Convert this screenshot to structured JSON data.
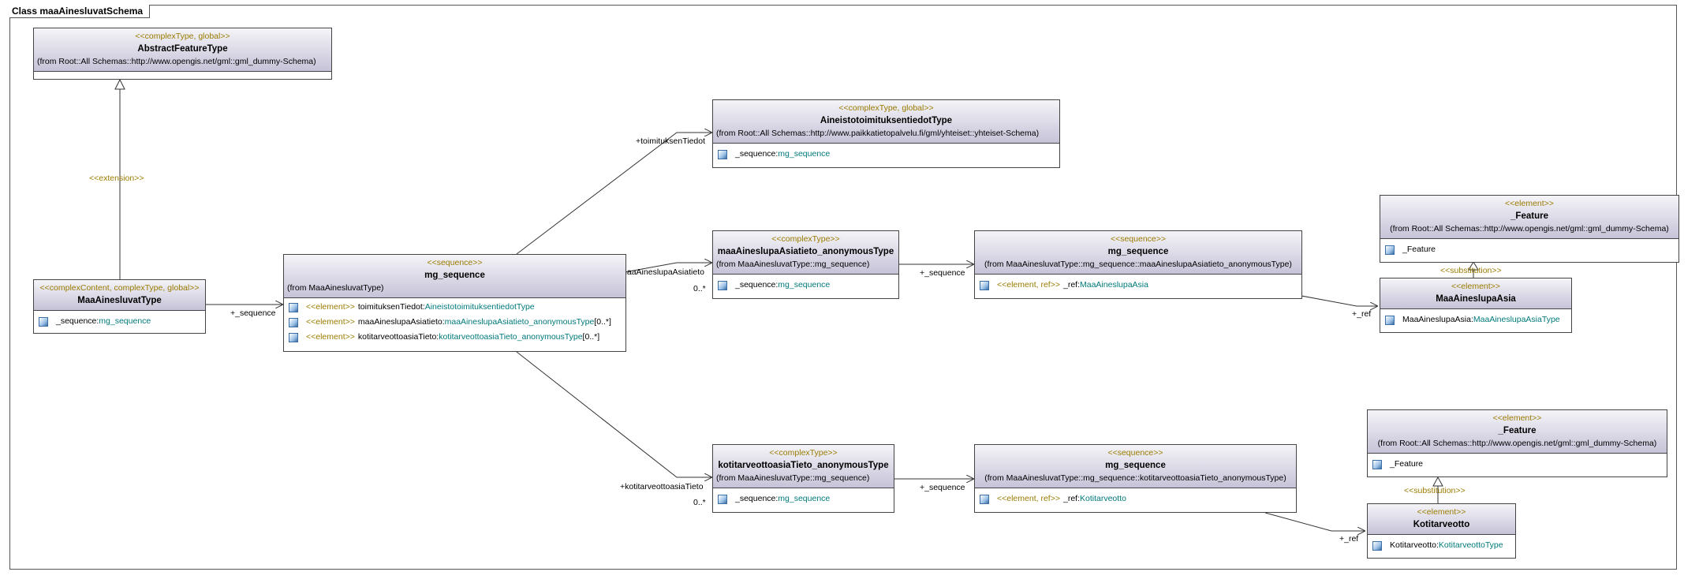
{
  "diagram": {
    "title": "Class maaAinesluvatSchema",
    "connector_labels": {
      "extension": "<<extension>>",
      "seq1": "+_sequence",
      "toimitus": "+toimituksenTiedot",
      "maa_role": "+maaAineslupaAsiatieto",
      "maa_mult": "0..*",
      "koti_role": "+kotitarveottoasiaTieto",
      "koti_mult": "0..*",
      "seq2": "+_sequence",
      "seq3": "+_sequence",
      "ref1": "+_ref",
      "ref2": "+_ref",
      "subst1": "<<substitution>>",
      "subst2": "<<substitution>>"
    },
    "classes": {
      "abstractFeature": {
        "stereo": "<<complexType, global>>",
        "name": "AbstractFeatureType",
        "from": "(from Root::All Schemas::http://www.opengis.net/gml::gml_dummy-Schema)"
      },
      "maaAinesluvat": {
        "stereo": "<<complexContent, complexType, global>>",
        "name": "MaaAinesluvatType",
        "attrs": [
          {
            "text": "_sequence:",
            "type": "mg_sequence"
          }
        ]
      },
      "mgSeqMain": {
        "stereo": "<<sequence>>",
        "name": "mg_sequence",
        "from": "(from MaaAinesluvatType)",
        "attrs": [
          {
            "st": "<<element>>",
            "text": "toimituksenTiedot:",
            "type": "AineistotoimituksentiedotType",
            "mult": ""
          },
          {
            "st": "<<element>>",
            "text": "maaAineslupaAsiatieto:",
            "type": "maaAineslupaAsiatieto_anonymousType",
            "mult": "[0..*]"
          },
          {
            "st": "<<element>>",
            "text": "kotitarveottoasiaTieto:",
            "type": "kotitarveottoasiaTieto_anonymousType",
            "mult": "[0..*]"
          }
        ]
      },
      "aineisto": {
        "stereo": "<<complexType, global>>",
        "name": "AineistotoimituksentiedotType",
        "from": "(from Root::All Schemas::http://www.paikkatietopalvelu.fi/gml/yhteiset::yhteiset-Schema)",
        "attrs": [
          {
            "text": "_sequence:",
            "type": "mg_sequence"
          }
        ]
      },
      "maaAnon": {
        "stereo": "<<complexType>>",
        "name": "maaAineslupaAsiatieto_anonymousType",
        "from": "(from MaaAinesluvatType::mg_sequence)",
        "attrs": [
          {
            "text": "_sequence:",
            "type": "mg_sequence"
          }
        ]
      },
      "mgSeqMaa": {
        "stereo": "<<sequence>>",
        "name": "mg_sequence",
        "from": "(from MaaAinesluvatType::mg_sequence::maaAineslupaAsiatieto_anonymousType)",
        "attrs": [
          {
            "st": "<<element, ref>>",
            "text": "_ref:",
            "type": "MaaAineslupaAsia"
          }
        ]
      },
      "feature1": {
        "stereo": "<<element>>",
        "name": "_Feature",
        "from": "(from Root::All Schemas::http://www.opengis.net/gml::gml_dummy-Schema)",
        "attrs": [
          {
            "text": "_Feature",
            "type": ""
          }
        ]
      },
      "maaAsia": {
        "stereo": "<<element>>",
        "name": "MaaAineslupaAsia",
        "attrs": [
          {
            "text": "MaaAineslupaAsia:",
            "type": "MaaAineslupaAsiaType"
          }
        ]
      },
      "kotiAnon": {
        "stereo": "<<complexType>>",
        "name": "kotitarveottoasiaTieto_anonymousType",
        "from": "(from MaaAinesluvatType::mg_sequence)",
        "attrs": [
          {
            "text": "_sequence:",
            "type": "mg_sequence"
          }
        ]
      },
      "mgSeqKoti": {
        "stereo": "<<sequence>>",
        "name": "mg_sequence",
        "from": "(from MaaAinesluvatType::mg_sequence::kotitarveottoasiaTieto_anonymousType)",
        "attrs": [
          {
            "st": "<<element, ref>>",
            "text": "_ref:",
            "type": "Kotitarveotto"
          }
        ]
      },
      "feature2": {
        "stereo": "<<element>>",
        "name": "_Feature",
        "from": "(from Root::All Schemas::http://www.opengis.net/gml::gml_dummy-Schema)",
        "attrs": [
          {
            "text": "_Feature",
            "type": ""
          }
        ]
      },
      "kotitarveotto": {
        "stereo": "<<element>>",
        "name": "Kotitarveotto",
        "attrs": [
          {
            "text": "Kotitarveotto:",
            "type": "KotitarveottoType"
          }
        ]
      }
    }
  }
}
